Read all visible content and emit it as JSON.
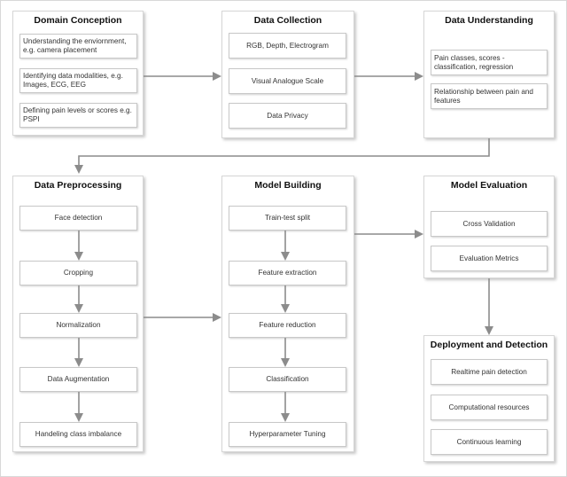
{
  "panels": {
    "domain": {
      "title": "Domain Conception",
      "items": [
        "Understanding the enviornment, e.g. camera placement",
        "Identifying data modalities, e.g. Images, ECG, EEG",
        "Defining pain levels or scores e.g. PSPI"
      ]
    },
    "collection": {
      "title": "Data Collection",
      "items": [
        "RGB, Depth, Electrogram",
        "Visual Analogue Scale",
        "Data Privacy"
      ]
    },
    "understanding": {
      "title": "Data Understanding",
      "items": [
        "Pain classes, scores - classification, regression",
        "Relationship between pain and features"
      ]
    },
    "preprocessing": {
      "title": "Data Preprocessing",
      "items": [
        "Face detection",
        "Cropping",
        "Normalization",
        "Data Augmentation",
        "Handeling class imbalance"
      ]
    },
    "modeling": {
      "title": "Model Building",
      "items": [
        "Train-test split",
        "Feature extraction",
        "Feature reduction",
        "Classification",
        "Hyperparameter Tuning"
      ]
    },
    "evaluation": {
      "title": "Model Evaluation",
      "items": [
        "Cross Validation",
        "Evaluation Metrics"
      ]
    },
    "deployment": {
      "title": "Deployment and Detection",
      "items": [
        "Realtime pain detection",
        "Computational resources",
        "Continuous learning"
      ]
    }
  },
  "colors": {
    "arrow": "#8c8c8c",
    "border": "#d6d6d6"
  }
}
